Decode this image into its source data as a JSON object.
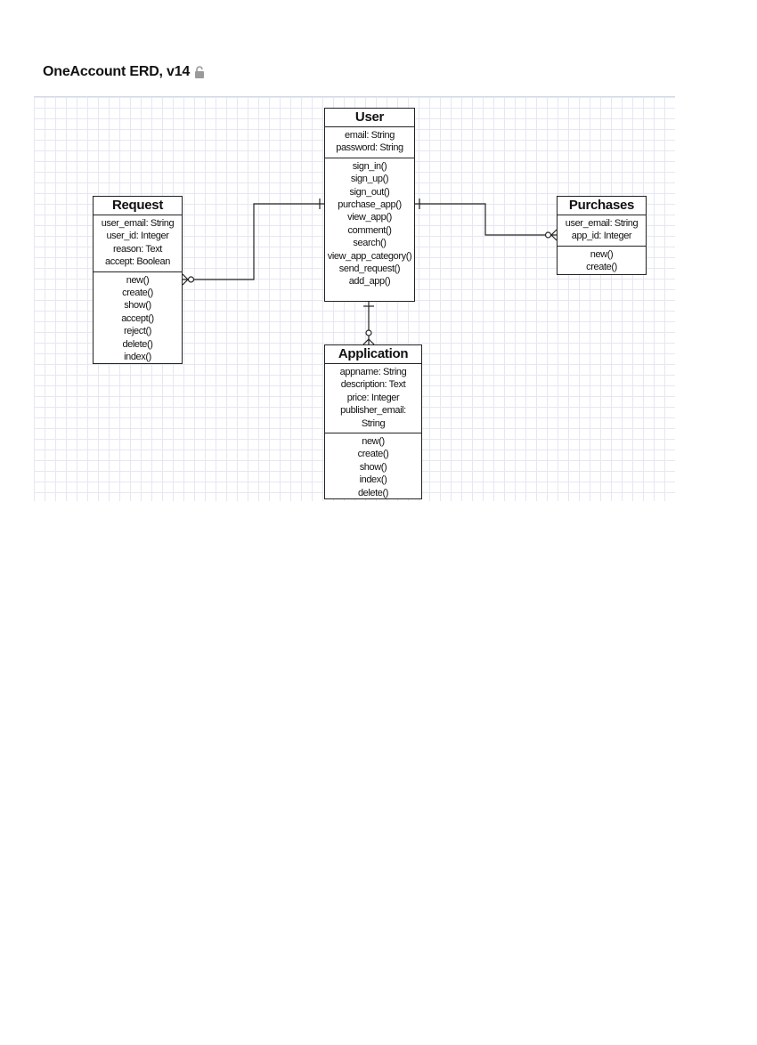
{
  "title": "OneAccount ERD, v14",
  "icons": {
    "title_lock": "unlocked-padlock-icon"
  },
  "colors": {
    "grid": "#e4e8f2",
    "line": "#222222"
  },
  "entities": {
    "user": {
      "name": "User",
      "attributes": [
        "email: String",
        "password: String"
      ],
      "methods": [
        "sign_in()",
        "sign_up()",
        "sign_out()",
        "purchase_app()",
        "view_app()",
        "comment()",
        "search()",
        "view_app_category()",
        "send_request()",
        "add_app()"
      ]
    },
    "request": {
      "name": "Request",
      "attributes": [
        "user_email: String",
        "user_id: Integer",
        "reason: Text",
        "accept: Boolean"
      ],
      "methods": [
        "new()",
        "create()",
        "show()",
        "accept()",
        "reject()",
        "delete()",
        "index()"
      ]
    },
    "purchases": {
      "name": "Purchases",
      "attributes": [
        "user_email: String",
        "app_id: Integer"
      ],
      "methods": [
        "new()",
        "create()"
      ]
    },
    "application": {
      "name": "Application",
      "attributes": [
        "appname: String",
        "description: Text",
        "price: Integer",
        "publisher_email:",
        "String"
      ],
      "methods": [
        "new()",
        "create()",
        "show()",
        "index()",
        "delete()"
      ]
    }
  },
  "relationships": [
    {
      "from": "User",
      "to": "Request",
      "from_cardinality": "one",
      "to_cardinality": "zero-or-many"
    },
    {
      "from": "User",
      "to": "Purchases",
      "from_cardinality": "one",
      "to_cardinality": "zero-or-many"
    },
    {
      "from": "User",
      "to": "Application",
      "from_cardinality": "one",
      "to_cardinality": "zero-or-many"
    }
  ]
}
